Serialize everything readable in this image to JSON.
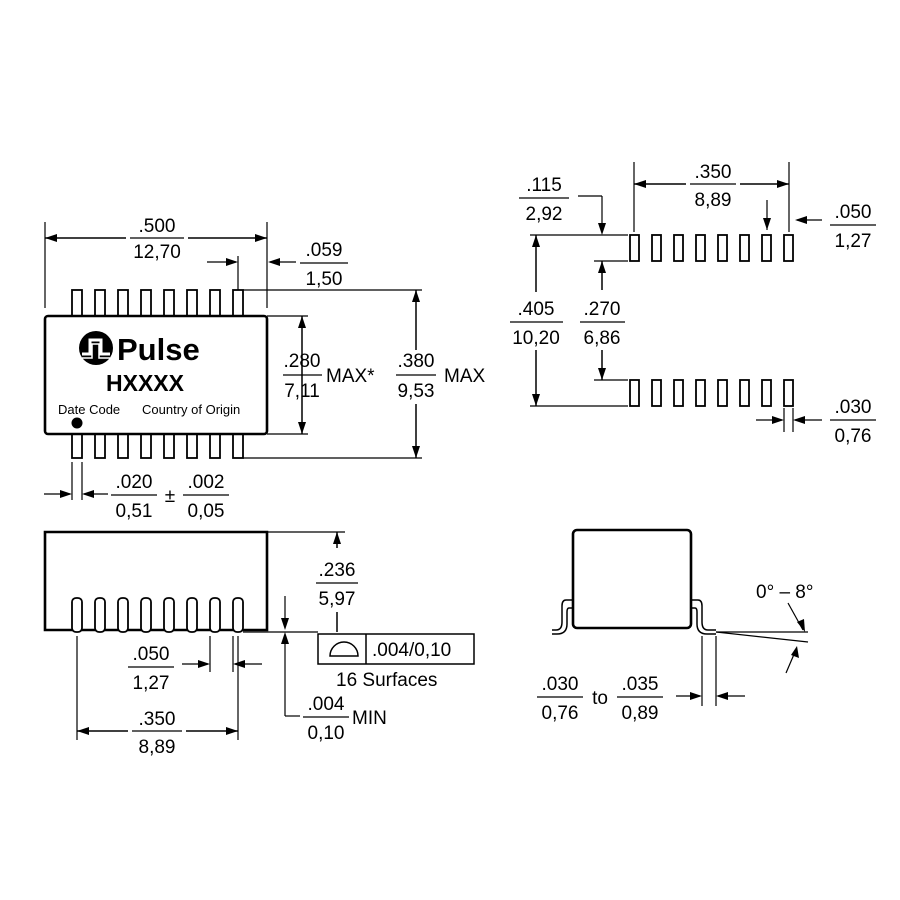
{
  "top_view": {
    "logo_text": "Pulse",
    "part_number": "HXXXX",
    "date_code_label": "Date Code",
    "country_label": "Country of Origin",
    "width_in": ".500",
    "width_mm": "12,70",
    "pin_offset_in": ".059",
    "pin_offset_mm": "1,50",
    "body_width_in": ".280",
    "body_width_mm": "7,11",
    "body_width_suffix": "MAX*",
    "overall_width_in": ".380",
    "overall_width_mm": "9,53",
    "overall_width_suffix": "MAX",
    "pin_width_in": ".020",
    "pin_width_tol_sign": "±",
    "pin_width_tol_in": ".002",
    "pin_width_mm": "0,51",
    "pin_width_tol_mm": "0,05"
  },
  "side_view": {
    "height_in": ".236",
    "height_mm": "5,97",
    "pitch_in": ".050",
    "pitch_mm": "1,27",
    "pin_span_in": ".350",
    "pin_span_mm": "8,89",
    "standoff_in": ".004",
    "standoff_mm": "0,10",
    "standoff_suffix": "MIN",
    "coplanarity_value": ".004/0,10",
    "coplanarity_note": "16 Surfaces"
  },
  "footprint": {
    "pad_length_in": ".115",
    "pad_length_mm": "2,92",
    "pad_span_in": ".350",
    "pad_span_mm": "8,89",
    "pad_pitch_in": ".050",
    "pad_pitch_mm": "1,27",
    "outer_in": ".405",
    "outer_mm": "10,20",
    "inner_in": ".270",
    "inner_mm": "6,86",
    "pad_width_in": ".030",
    "pad_width_mm": "0,76"
  },
  "end_view": {
    "angle": "0° – 8°",
    "foot_min_in": ".030",
    "foot_min_mm": "0,76",
    "to_label": "to",
    "foot_max_in": ".035",
    "foot_max_mm": "0,89"
  }
}
